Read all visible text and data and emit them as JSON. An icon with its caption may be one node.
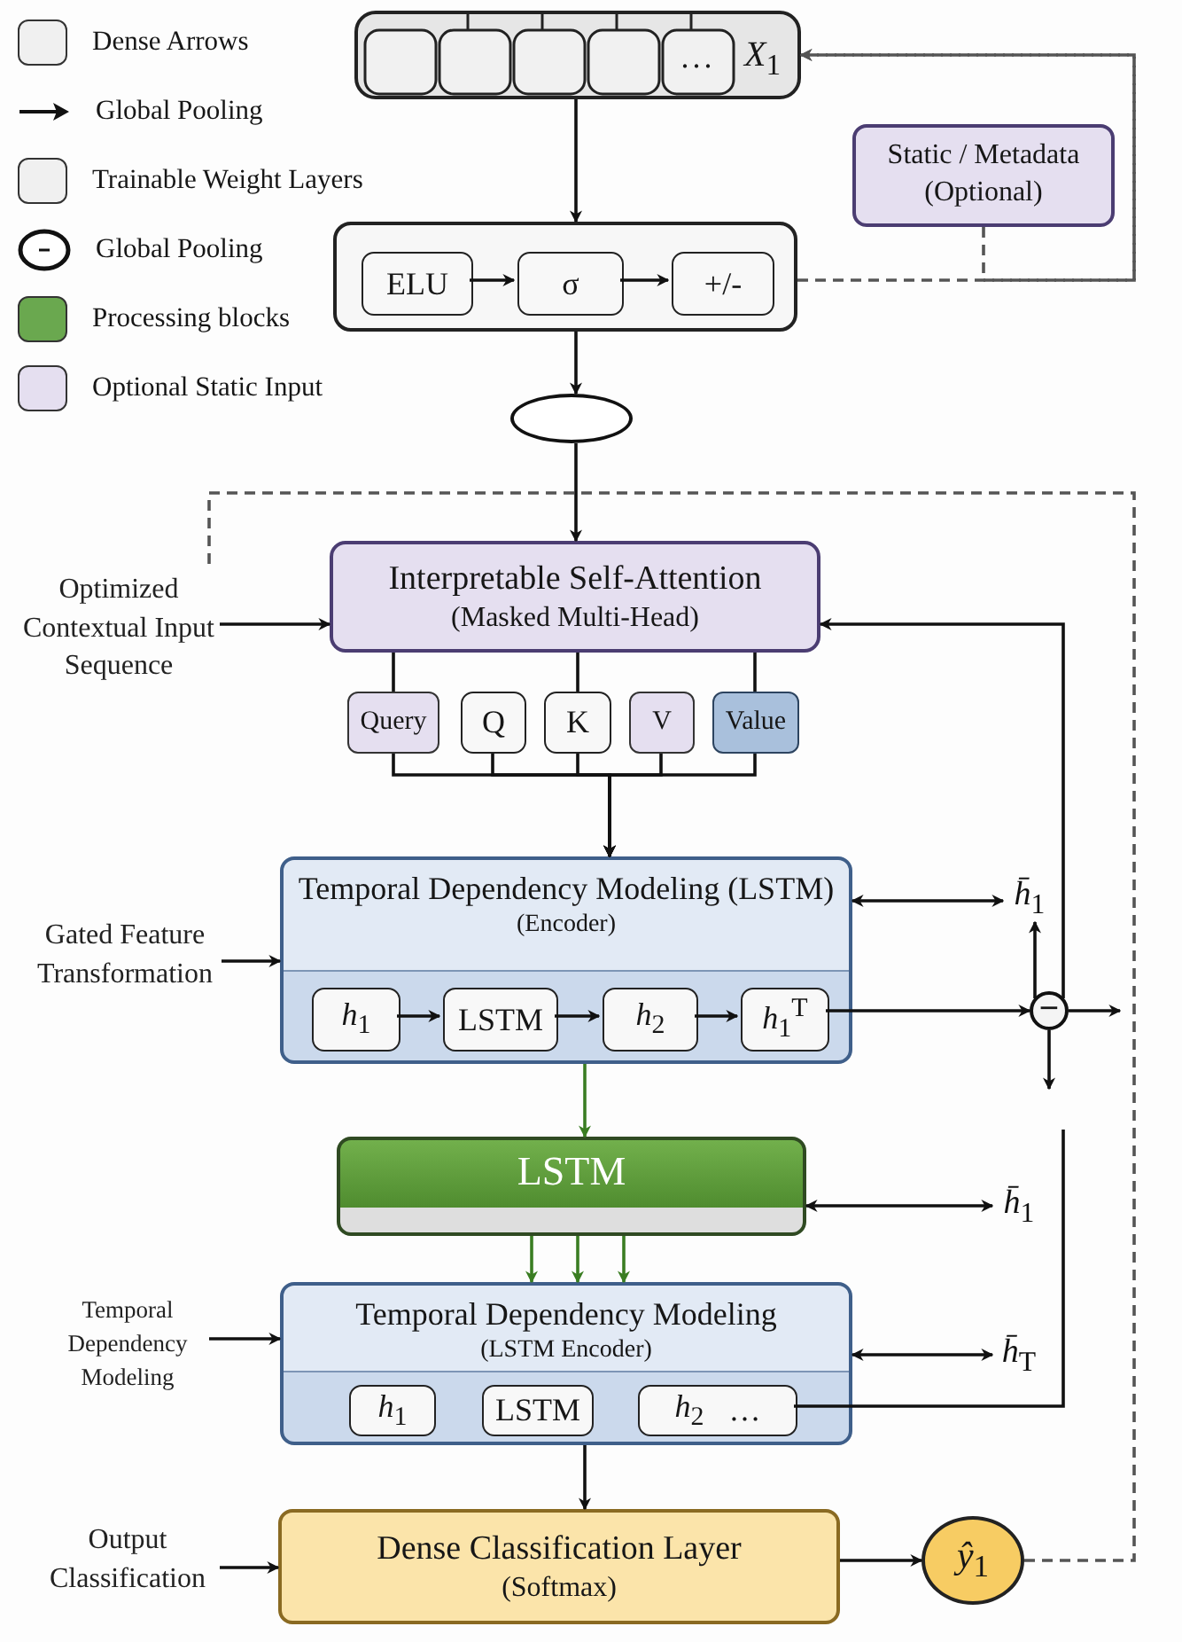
{
  "diagram": {
    "nodes": [
      {
        "text": [
          "...",
          "*X*$_{1}$"
        ]
      },
      {
        "text": [
          "Static / Metadata (Optional)"
        ]
      },
      {
        "text": [],
        "shape": "box"
      },
      {
        "text": [
          "ELU"
        ],
        "in": 2
      },
      {
        "text": [
          "σ"
        ],
        "in": 2
      },
      {
        "text": [
          "+/-"
        ],
        "in": 2
      },
      {
        "text": [],
        "shape": "oval"
      },
      {
        "text": [
          "Interpretable Self-Attention",
          "(Masked Multi-Head)"
        ]
      },
      {
        "text": [
          "Query"
        ]
      },
      {
        "text": [
          "Q"
        ]
      },
      {
        "text": [
          "K"
        ]
      },
      {
        "text": [
          "V"
        ]
      },
      {
        "text": [
          "Value"
        ]
      },
      {
        "text": [
          "Temporal Dependency Modeling (LSTM)",
          "(Encoder)"
        ]
      },
      {
        "text": [
          "*h*$_{1}$"
        ],
        "in": 13
      },
      {
        "text": [
          "LSTM"
        ],
        "in": 13
      },
      {
        "text": [
          "*h*$_{2}$"
        ],
        "in": 13
      },
      {
        "text": [
          "*h*$_{1}$$^{T}$"
        ],
        "in": 13
      },
      {
        "text": [
          "−"
        ]
      },
      {
        "text": [
          "LSTM"
        ]
      },
      {
        "text": [
          "Temporal Dependency Modeling",
          "(LSTM Encoder)"
        ]
      },
      {
        "text": [
          "*h*$_{1}$"
        ],
        "in": 20
      },
      {
        "text": [
          "LSTM"
        ],
        "in": 20
      },
      {
        "text": [
          "*h*$_{2}$",
          "…"
        ],
        "in": 20
      },
      {
        "text": [
          "Dense Classification Layer",
          "(Softmax)"
        ]
      },
      {
        "text": [
          "*ŷ*$_{1}$"
        ]
      },
      {
        "text": [
          "Optimized Contextual Input Sequence"
        ]
      },
      {
        "text": [
          "Gated Feature Transformation"
        ]
      },
      {
        "text": [
          "Temporal Dependency Modeling"
        ]
      },
      {
        "text": [
          "Output Classification"
        ]
      },
      {
        "text": [
          "*h̄*$_{1}$"
        ]
      },
      {
        "text": [
          "*h̄*$_{1}$"
        ]
      },
      {
        "text": [
          "*h̄*$_{T}$"
        ]
      }
    ],
    "edges": [
      {
        "from": 0,
        "to": 2,
        "arrow": "to"
      },
      {
        "from": 3,
        "to": 4,
        "arrow": "to"
      },
      {
        "from": 4,
        "to": 5,
        "arrow": "to"
      },
      {
        "from": 2,
        "to": 0,
        "arrow": "to",
        "style": "dashed",
        "color": "#555555"
      },
      {
        "from": 1,
        "to": 0,
        "arrow": "to",
        "style": "dashed",
        "color": "#555555"
      },
      {
        "from": 2,
        "to": 6,
        "arrow": "to"
      },
      {
        "from": 6,
        "to": 7,
        "arrow": "to"
      },
      {
        "from": 25,
        "to": 26,
        "arrow": "none",
        "style": "dashed",
        "color": "#555555"
      },
      {
        "from": 26,
        "to": 7,
        "arrow": "to"
      },
      {
        "from": 7,
        "to": 8,
        "arrow": "none"
      },
      {
        "from": 7,
        "to": 10,
        "arrow": "none"
      },
      {
        "from": 7,
        "to": 12,
        "arrow": "none"
      },
      {
        "from": 8,
        "to": 13,
        "arrow": "to"
      },
      {
        "from": 9,
        "to": 13,
        "arrow": "to"
      },
      {
        "from": 10,
        "to": 13,
        "arrow": "to"
      },
      {
        "from": 11,
        "to": 13,
        "arrow": "to"
      },
      {
        "from": 12,
        "to": 13,
        "arrow": "to"
      },
      {
        "from": 27,
        "to": 13,
        "arrow": "to"
      },
      {
        "from": 13,
        "to": 30,
        "arrow": "both"
      },
      {
        "from": 14,
        "to": 15,
        "arrow": "to"
      },
      {
        "from": 15,
        "to": 16,
        "arrow": "to"
      },
      {
        "from": 16,
        "to": 17,
        "arrow": "to"
      },
      {
        "from": 17,
        "to": 18,
        "arrow": "to"
      },
      {
        "from": 18,
        "to": 30,
        "arrow": "to"
      },
      {
        "from": 18,
        "to": 7,
        "arrow": "to"
      },
      {
        "from": 18,
        "to": null,
        "arrow": "to"
      },
      {
        "from": 18,
        "to": null,
        "arrow": "to"
      },
      {
        "from": 23,
        "to": null,
        "arrow": "none"
      },
      {
        "from": 13,
        "to": 19,
        "arrow": "to",
        "color": "#3a7d22"
      },
      {
        "from": 19,
        "to": 20,
        "arrow": "to",
        "color": "#3a7d22"
      },
      {
        "from": 19,
        "to": 20,
        "arrow": "to",
        "color": "#3a7d22"
      },
      {
        "from": 19,
        "to": 20,
        "arrow": "to",
        "color": "#3a7d22"
      },
      {
        "from": 19,
        "to": 31,
        "arrow": "both"
      },
      {
        "from": 28,
        "to": 20,
        "arrow": "to"
      },
      {
        "from": 20,
        "to": 32,
        "arrow": "both"
      },
      {
        "from": 20,
        "to": 24,
        "arrow": "to"
      },
      {
        "from": 29,
        "to": 24,
        "arrow": "to"
      },
      {
        "from": 24,
        "to": 25,
        "arrow": "to"
      }
    ],
    "legend": [
      {
        "text": "Dense Arrows",
        "color": "#f0f0f0"
      },
      {
        "text": "Global Pooling"
      },
      {
        "text": "Trainable Weight Layers",
        "color": "#f0f0f0"
      },
      {
        "text": "Global Pooling"
      },
      {
        "text": "Processing blocks",
        "color": "#6aa84f"
      },
      {
        "text": "Optional Static Input",
        "color": "#e5dff0"
      }
    ]
  }
}
